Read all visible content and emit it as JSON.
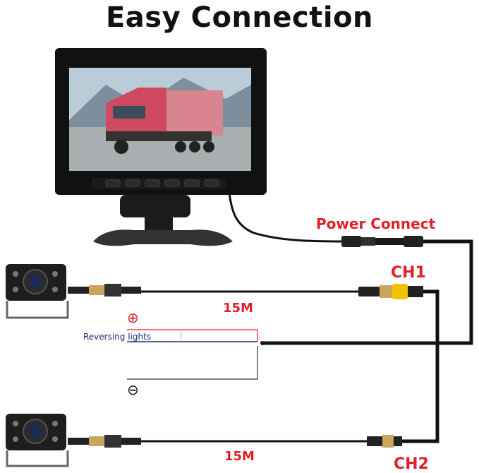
{
  "title": "Easy Connection",
  "labels": {
    "power_connect": "Power Connect",
    "ch1": "CH1",
    "ch2": "CH2",
    "cable_length_top": "15M",
    "cable_length_bottom": "15M",
    "reversing_lights": "Reversing lights",
    "positive": "⊕",
    "negative": "⊖"
  },
  "colors": {
    "accent_red": "#e0202a",
    "cable": "#111111",
    "reversing_wire_blue": "#1c2a78",
    "ch1_connector_yellow": "#f2c200"
  },
  "icons": {
    "monitor": "monitor-icon",
    "camera_top": "backup-camera-icon",
    "camera_bottom": "backup-camera-icon"
  }
}
